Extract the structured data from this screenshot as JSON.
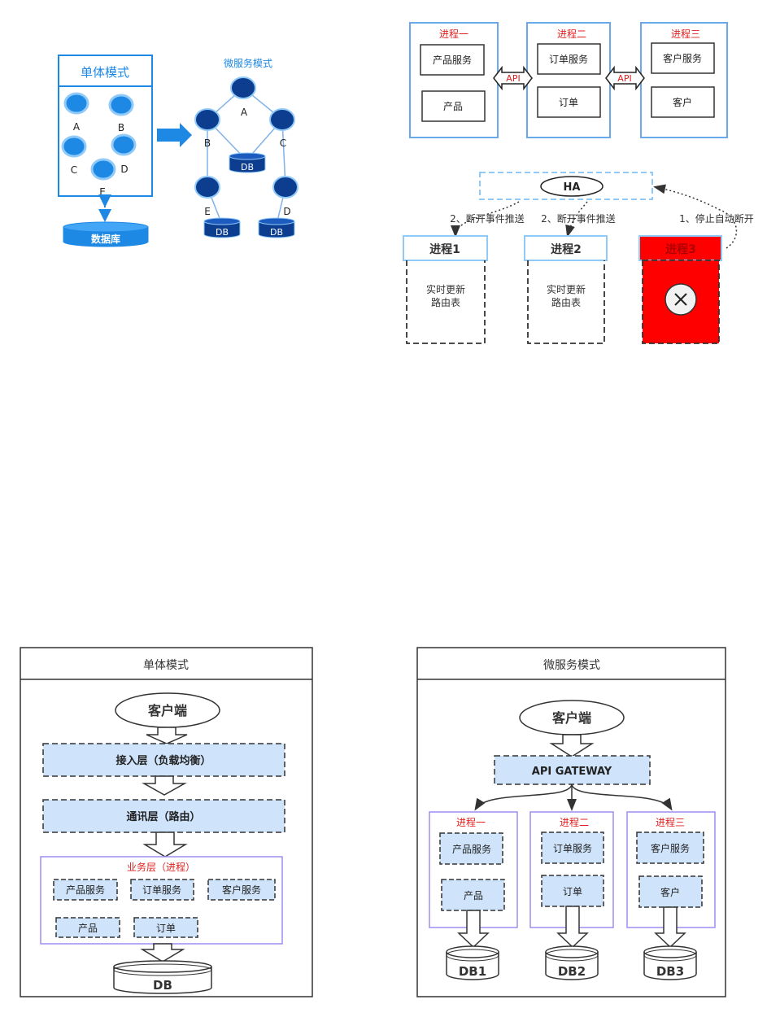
{
  "colors": {
    "blue": "#1e88e5",
    "navy": "#0d3d8f",
    "lightblue": "#90caf9",
    "fillblue": "#cfe4fb",
    "red": "#ff0000",
    "redText": "#e02020",
    "purple": "#9b8df2",
    "dark": "#333333"
  },
  "monolith_small": {
    "title": "单体模式",
    "nodes": [
      "A",
      "B",
      "C",
      "D",
      "E"
    ],
    "db": "数据库"
  },
  "micro_small": {
    "title": "微服务模式",
    "nodes": [
      "A",
      "B",
      "C",
      "E",
      "D"
    ],
    "dbs": [
      "DB",
      "DB",
      "DB"
    ]
  },
  "process_diagram": {
    "processes": [
      {
        "title": "进程一",
        "service": "产品服务",
        "entity": "产品"
      },
      {
        "title": "进程二",
        "service": "订单服务",
        "entity": "订单"
      },
      {
        "title": "进程三",
        "service": "客户服务",
        "entity": "客户"
      }
    ],
    "api": "API"
  },
  "ha_diagram": {
    "ha": "HA",
    "stop_label": "1、停止自动断开",
    "push_labels": [
      "2、断开事件推送",
      "2、断开事件推送"
    ],
    "procs": [
      {
        "title": "进程1",
        "body1": "实时更新",
        "body2": "路由表"
      },
      {
        "title": "进程2",
        "body1": "实时更新",
        "body2": "路由表"
      },
      {
        "title": "进程3"
      }
    ],
    "close_icon": "close-icon"
  },
  "monolith_large": {
    "title": "单体模式",
    "client": "客户端",
    "access": "接入层（负载均衡）",
    "comm": "通讯层（路由）",
    "business": "业务层（进程）",
    "services": [
      "产品服务",
      "订单服务",
      "客户服务"
    ],
    "entities": [
      "产品",
      "订单"
    ],
    "db": "DB"
  },
  "micro_large": {
    "title": "微服务模式",
    "client": "客户端",
    "gateway": "API GATEWAY",
    "procs": [
      {
        "title": "进程一",
        "service": "产品服务",
        "entity": "产品",
        "db": "DB1"
      },
      {
        "title": "进程二",
        "service": "订单服务",
        "entity": "订单",
        "db": "DB2"
      },
      {
        "title": "进程三",
        "service": "客户服务",
        "entity": "客户",
        "db": "DB3"
      }
    ]
  }
}
